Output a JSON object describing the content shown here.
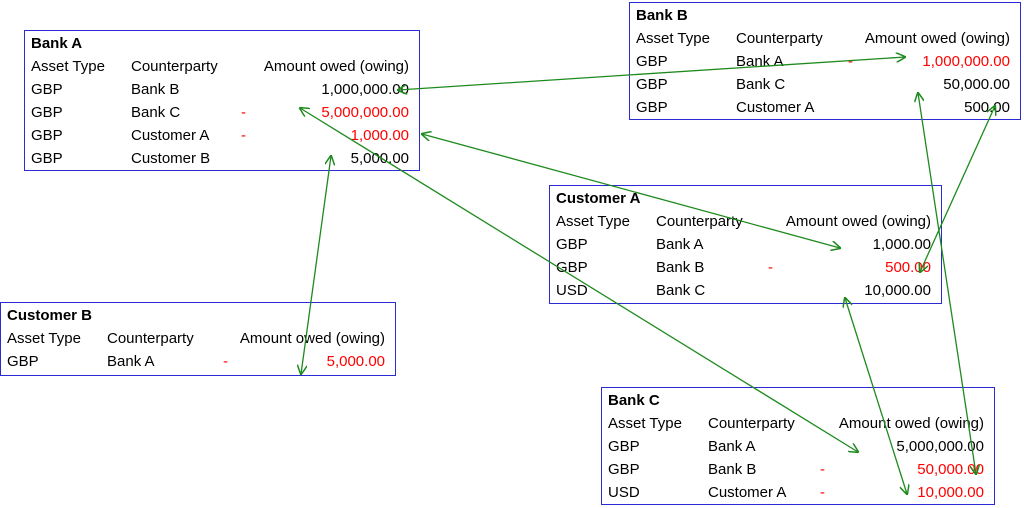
{
  "colors": {
    "border": "#2b2bd6",
    "negative": "#ff0000",
    "arrow": "#1e8a1e"
  },
  "headers": {
    "asset_type": "Asset Type",
    "counterparty": "Counterparty",
    "amount": "Amount owed (owing)"
  },
  "boxes": {
    "bank_a": {
      "title": "Bank A",
      "rows": [
        {
          "asset": "GBP",
          "counterparty": "Bank B",
          "sign": "",
          "amount": "1,000,000.00"
        },
        {
          "asset": "GBP",
          "counterparty": "Bank C",
          "sign": "-",
          "amount": "5,000,000.00"
        },
        {
          "asset": "GBP",
          "counterparty": "Customer A",
          "sign": "-",
          "amount": "1,000.00"
        },
        {
          "asset": "GBP",
          "counterparty": "Customer B",
          "sign": "",
          "amount": "5,000.00"
        }
      ]
    },
    "bank_b": {
      "title": "Bank B",
      "rows": [
        {
          "asset": "GBP",
          "counterparty": "Bank A",
          "sign": "-",
          "amount": "1,000,000.00"
        },
        {
          "asset": "GBP",
          "counterparty": "Bank C",
          "sign": "",
          "amount": "50,000.00"
        },
        {
          "asset": "GBP",
          "counterparty": "Customer A",
          "sign": "",
          "amount": "500.00"
        }
      ]
    },
    "customer_a": {
      "title": "Customer A",
      "rows": [
        {
          "asset": "GBP",
          "counterparty": "Bank A",
          "sign": "",
          "amount": "1,000.00"
        },
        {
          "asset": "GBP",
          "counterparty": "Bank B",
          "sign": "-",
          "amount": "500.00"
        },
        {
          "asset": "USD",
          "counterparty": "Bank C",
          "sign": "",
          "amount": "10,000.00"
        }
      ]
    },
    "customer_b": {
      "title": "Customer B",
      "rows": [
        {
          "asset": "GBP",
          "counterparty": "Bank A",
          "sign": "-",
          "amount": "5,000.00"
        }
      ]
    },
    "bank_c": {
      "title": "Bank C",
      "rows": [
        {
          "asset": "GBP",
          "counterparty": "Bank A",
          "sign": "",
          "amount": "5,000,000.00"
        },
        {
          "asset": "GBP",
          "counterparty": "Bank B",
          "sign": "-",
          "amount": "50,000.00"
        },
        {
          "asset": "USD",
          "counterparty": "Customer A",
          "sign": "-",
          "amount": "10,000.00"
        }
      ]
    }
  }
}
